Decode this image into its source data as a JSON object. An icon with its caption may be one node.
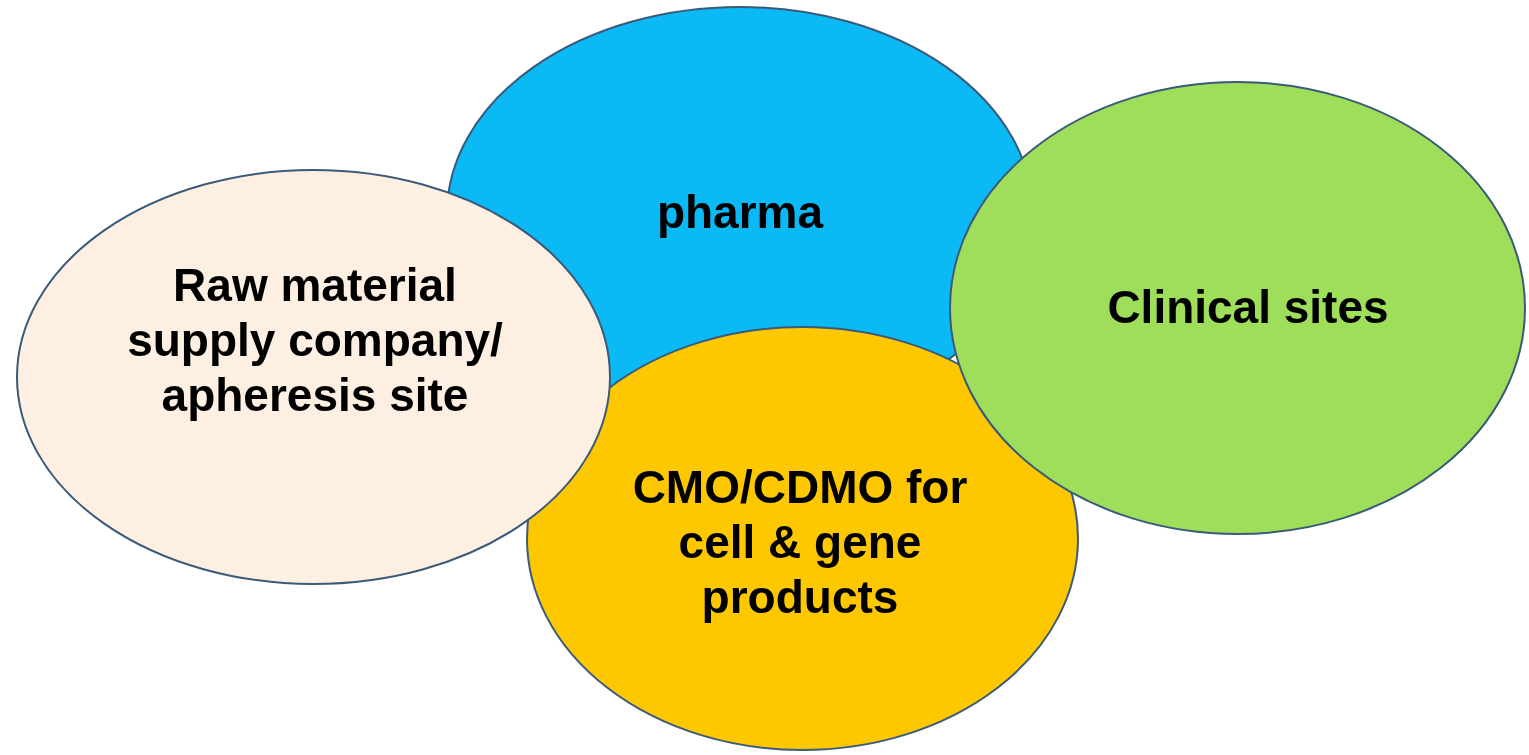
{
  "diagram": {
    "nodes": [
      {
        "text": [
          "pharma"
        ]
      },
      {
        "text": [
          "Raw material supply company/ apheresis site"
        ]
      },
      {
        "text": [
          "Clinical sites"
        ]
      },
      {
        "text": [
          "CMO/CDMO for cell & gene products"
        ]
      }
    ]
  }
}
